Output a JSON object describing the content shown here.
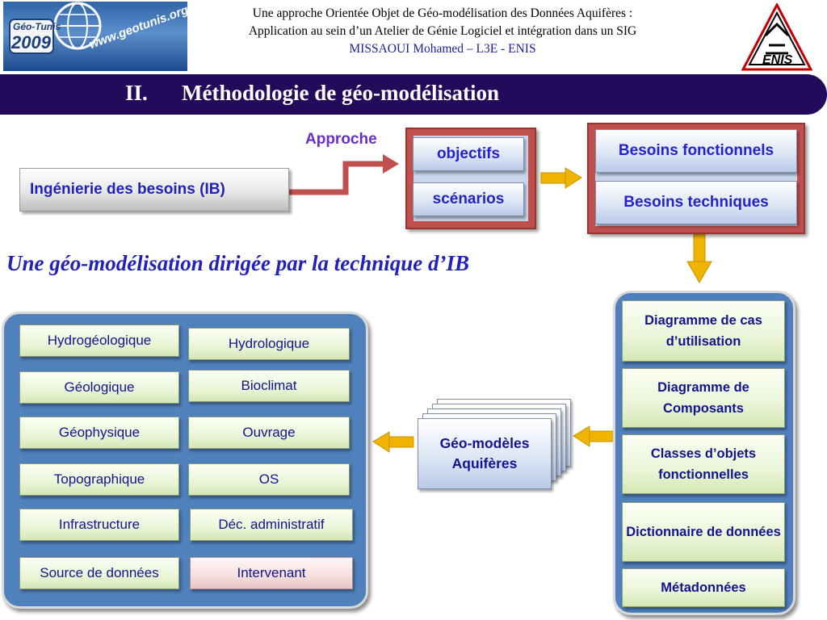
{
  "header": {
    "logo_left": {
      "line1": "Géo-Tunis",
      "line2": "2009",
      "url": "www.geotunis.org"
    },
    "line1": "Une approche Orientée Objet de Géo-modélisation des Données Aquifères :",
    "line2": "Application au sein d’un Atelier de Génie Logiciel et intégration dans un SIG",
    "line3": "MISSAOUI Mohamed – L3E - ENIS",
    "logo_right": {
      "text": "ENIS"
    }
  },
  "title": {
    "number": "II.",
    "text": "Méthodologie de géo-modélisation"
  },
  "ib_box": "Ingénierie des besoins (IB)",
  "approche": "Approche",
  "approach_items": [
    "objectifs",
    "scénarios"
  ],
  "besoins": [
    "Besoins fonctionnels",
    "Besoins techniques"
  ],
  "subtitle": "Une géo-modélisation dirigée par la technique d’IB",
  "right_column": [
    "Diagramme de cas d’utilisation",
    "Diagramme de Composants",
    "Classes d’objets fonctionnelles",
    "Dictionnaire de données",
    "Métadonnées"
  ],
  "center_stack": "Géo-modèles Aquifères",
  "left_panel": {
    "col1": [
      "Hydrogéologique",
      "Géologique",
      "Géophysique",
      "Topographique",
      "Infrastructure",
      "Source de données"
    ],
    "col2": [
      "Hydrologique",
      "Bioclimat",
      "Ouvrage",
      "OS",
      "Déc. administratif",
      "Intervenant"
    ]
  },
  "colors": {
    "title_bar": "#230a5a",
    "panel_blue": "#4f81bd",
    "frame_red": "#c0504d",
    "arrow_gold": "#f0b400",
    "text_blue": "#2323c9",
    "highlight_pink": "#f6dede"
  }
}
